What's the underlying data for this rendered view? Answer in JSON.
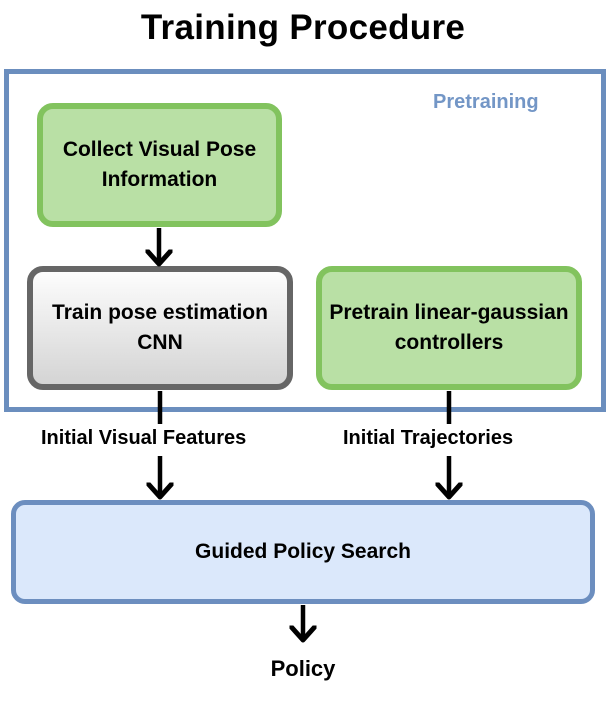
{
  "title": "Training Procedure",
  "pretraining": {
    "label": "Pretraining",
    "frame_color": "#6c8ebf"
  },
  "nodes": {
    "collect": "Collect Visual Pose Information",
    "train": "Train pose estimation CNN",
    "pretrain": "Pretrain linear-gaussian controllers",
    "gps": "Guided Policy Search",
    "policy": "Policy"
  },
  "edges": {
    "visual_features": "Initial Visual Features",
    "trajectories": "Initial Trajectories"
  },
  "colors": {
    "green_fill": "#b9e0a5",
    "green_border": "#82c35e",
    "gray_border": "#666666",
    "blue_fill": "#dbe8fb",
    "blue_border": "#6c8ebf",
    "pretraining_text": "#7396c6"
  }
}
